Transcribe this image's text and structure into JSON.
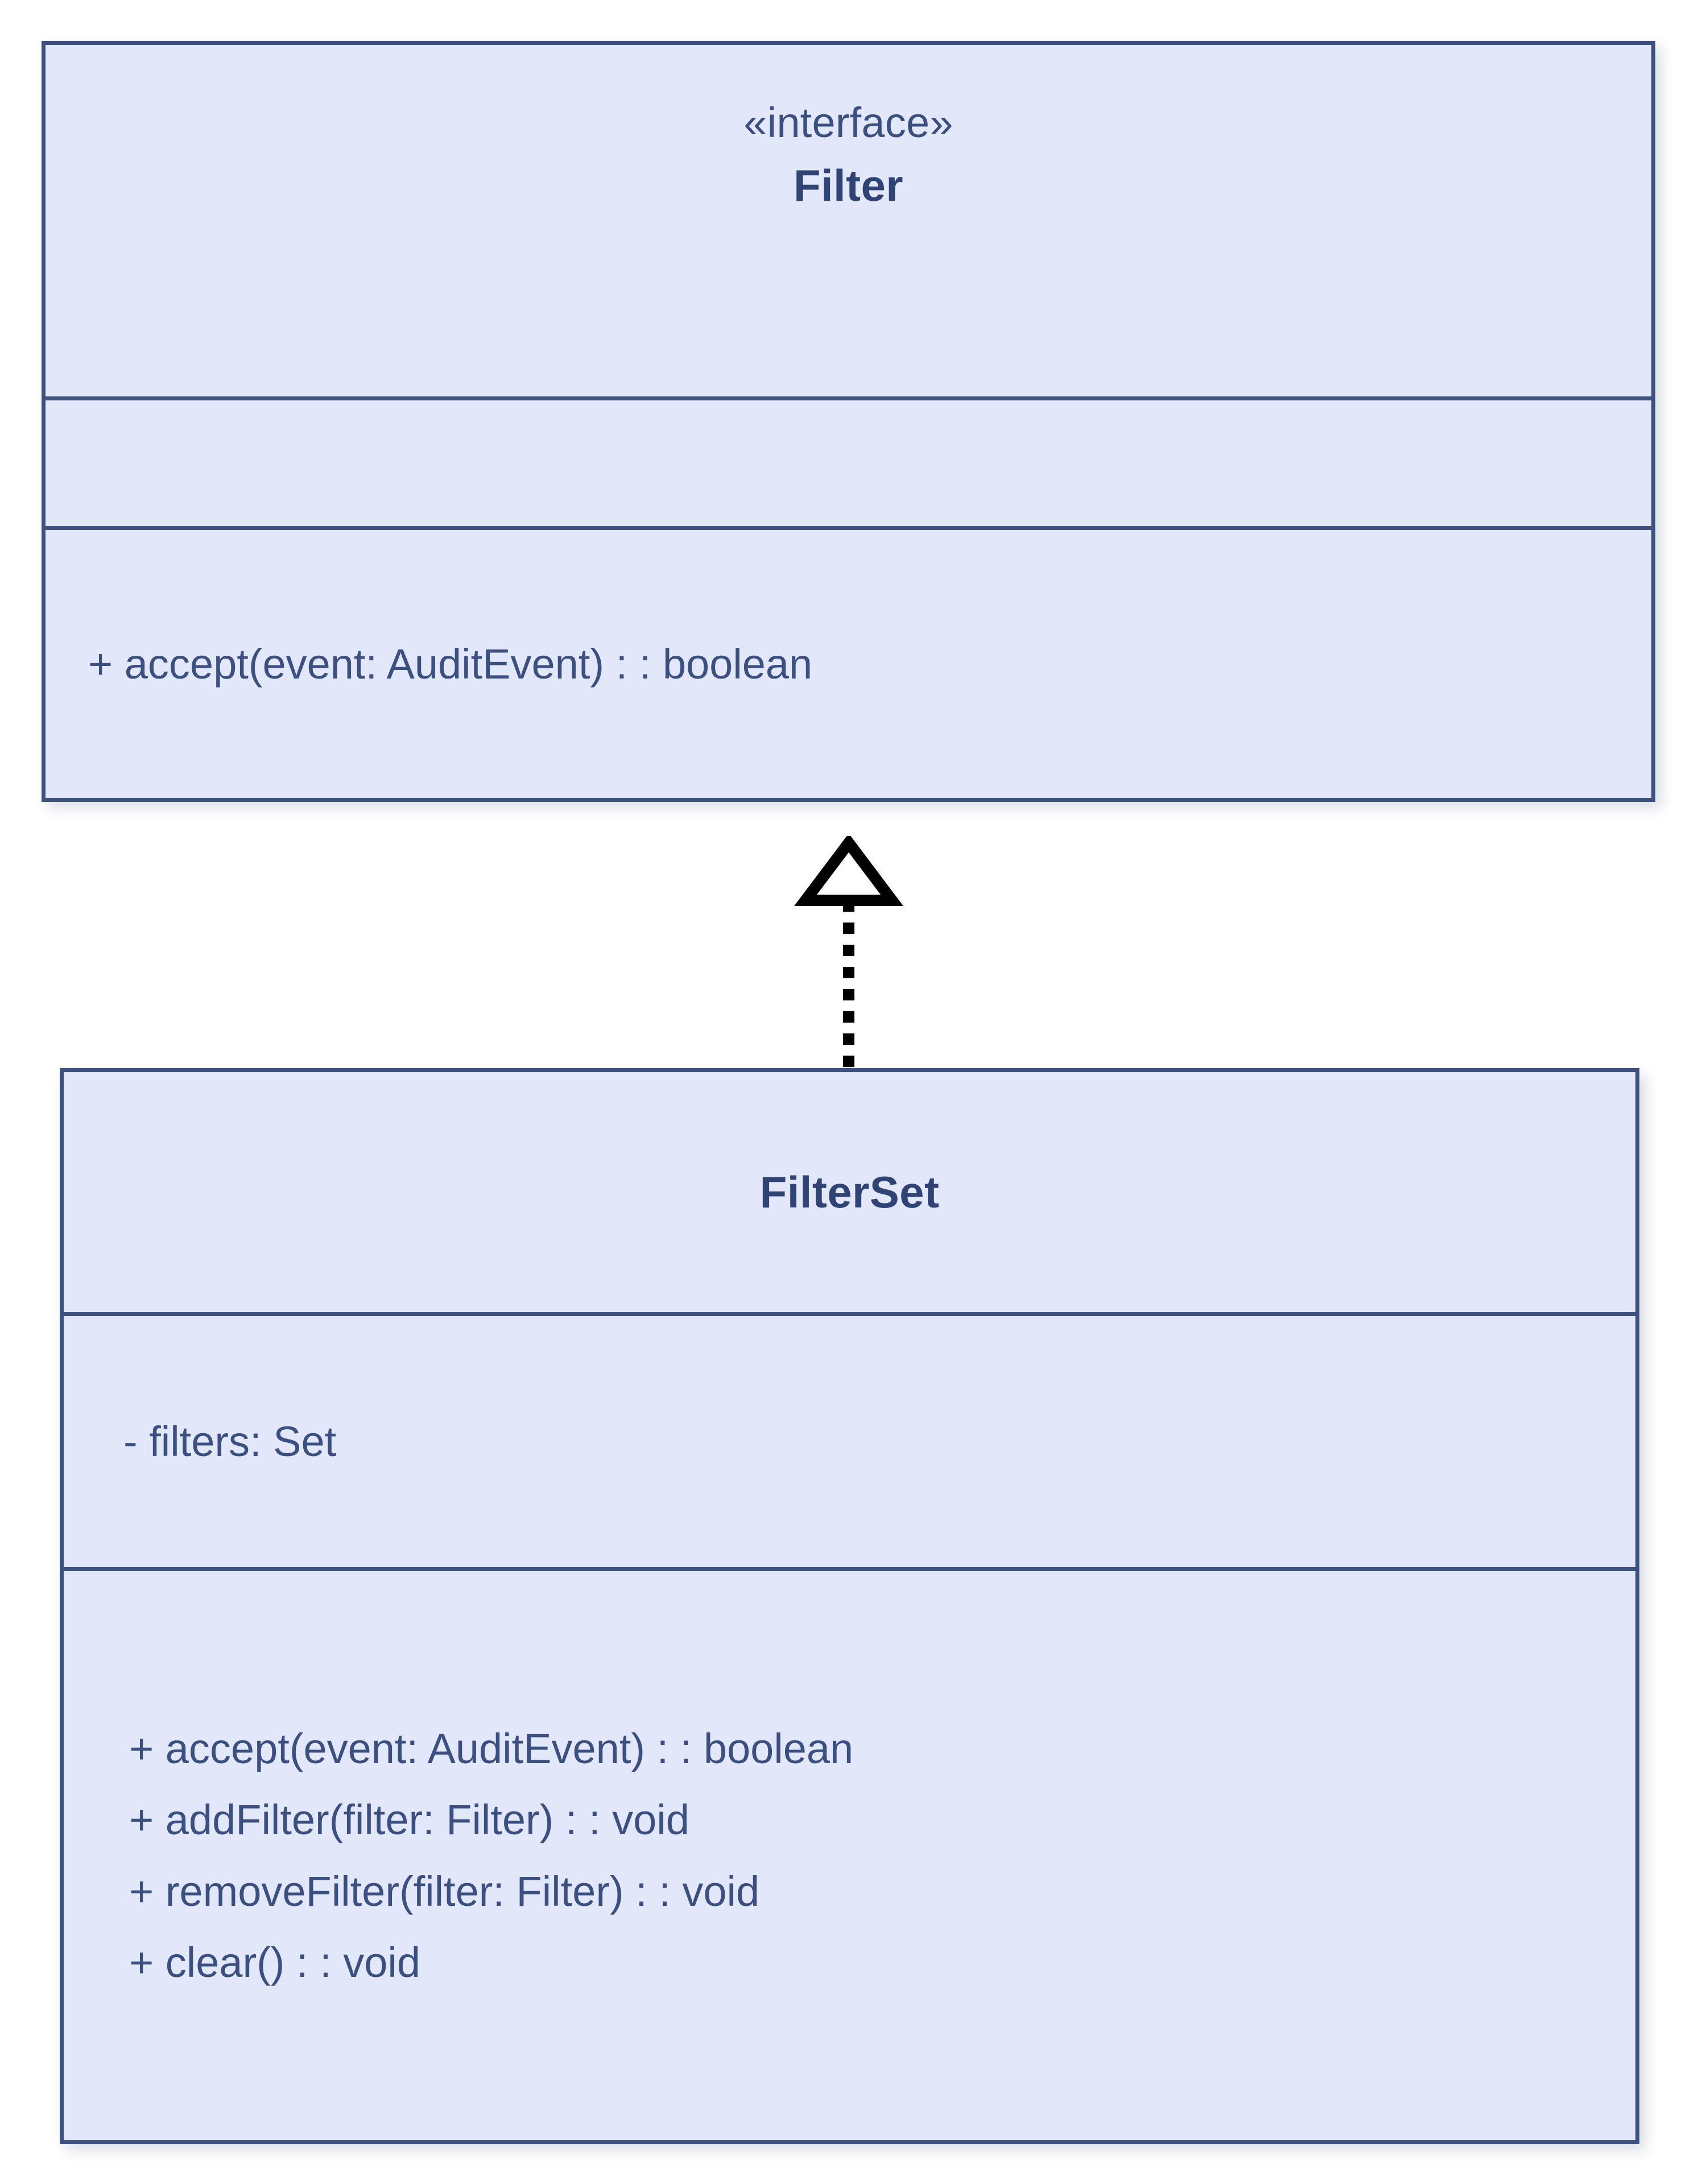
{
  "diagram": {
    "type": "uml-class-diagram",
    "background_color": "#ffffff",
    "classes": [
      {
        "id": "filter",
        "stereotype": "«interface»",
        "name": "Filter",
        "attributes": [],
        "methods": [
          "+ accept(event: AuditEvent) : : boolean"
        ],
        "fill_color": "#e2e8f9",
        "border_color": "#3c5180",
        "text_color": "#3b5080"
      },
      {
        "id": "filterset",
        "stereotype": "",
        "name": "FilterSet",
        "attributes": [
          "- filters: Set"
        ],
        "methods": [
          "+ accept(event: AuditEvent) : : boolean",
          "+ addFilter(filter: Filter) : : void",
          "+ removeFilter(filter: Filter) : : void",
          "+ clear() : : void"
        ],
        "fill_color": "#e2e8f9",
        "border_color": "#3c5180",
        "text_color": "#3b5080"
      }
    ],
    "relationships": [
      {
        "id": "filterset-realizes-filter",
        "kind": "realization",
        "from": "FilterSet",
        "to": "Filter",
        "line_style": "dotted",
        "arrowhead": "hollow-triangle",
        "color": "#000000"
      }
    ]
  }
}
